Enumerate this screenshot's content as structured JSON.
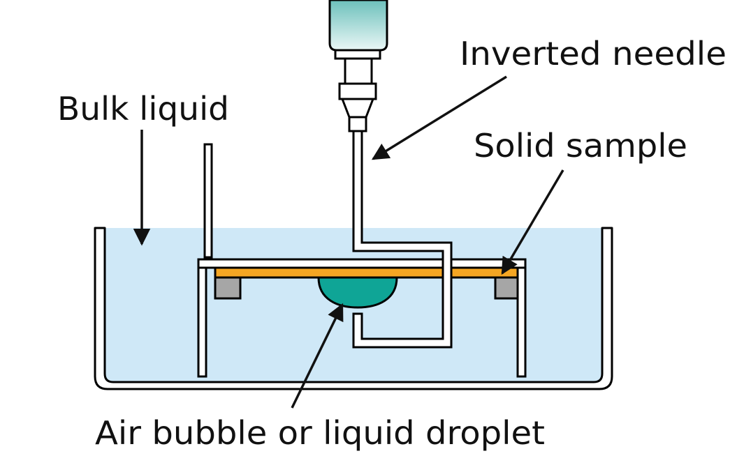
{
  "labels": {
    "inverted_needle": "Inverted needle",
    "bulk_liquid": "Bulk liquid",
    "solid_sample": "Solid sample",
    "air_bubble": "Air bubble or liquid droplet"
  },
  "colors": {
    "bulk_liquid": "#cfe8f7",
    "solid_sample": "#f5a623",
    "droplet": "#0fa596",
    "support_block": "#a6a6a6",
    "outline": "#000000",
    "syringe_top": "#6cc0bb",
    "syringe_bottom": "#eaf7f6"
  }
}
